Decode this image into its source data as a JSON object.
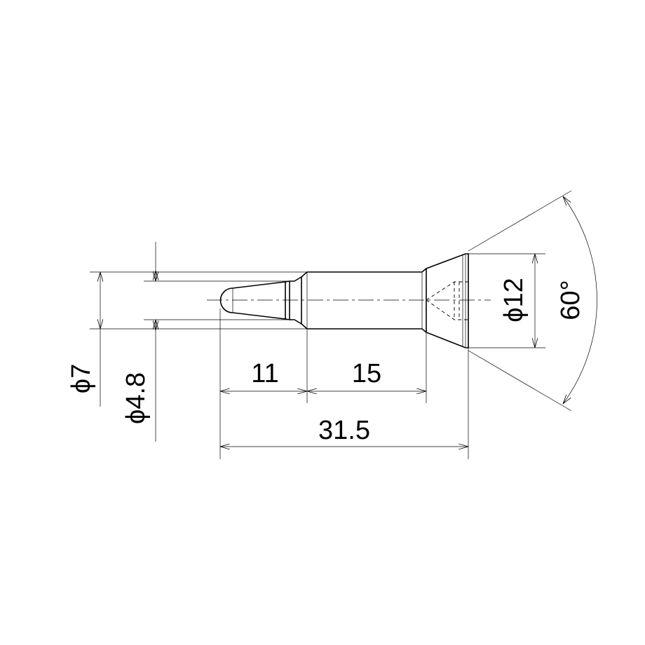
{
  "dimensions": {
    "dia_7": "ϕ7",
    "dia_4_8": "ϕ4.8",
    "dia_12": "ϕ12",
    "len_11": "11",
    "len_15": "15",
    "len_31_5": "31.5",
    "angle_60": "60°"
  }
}
